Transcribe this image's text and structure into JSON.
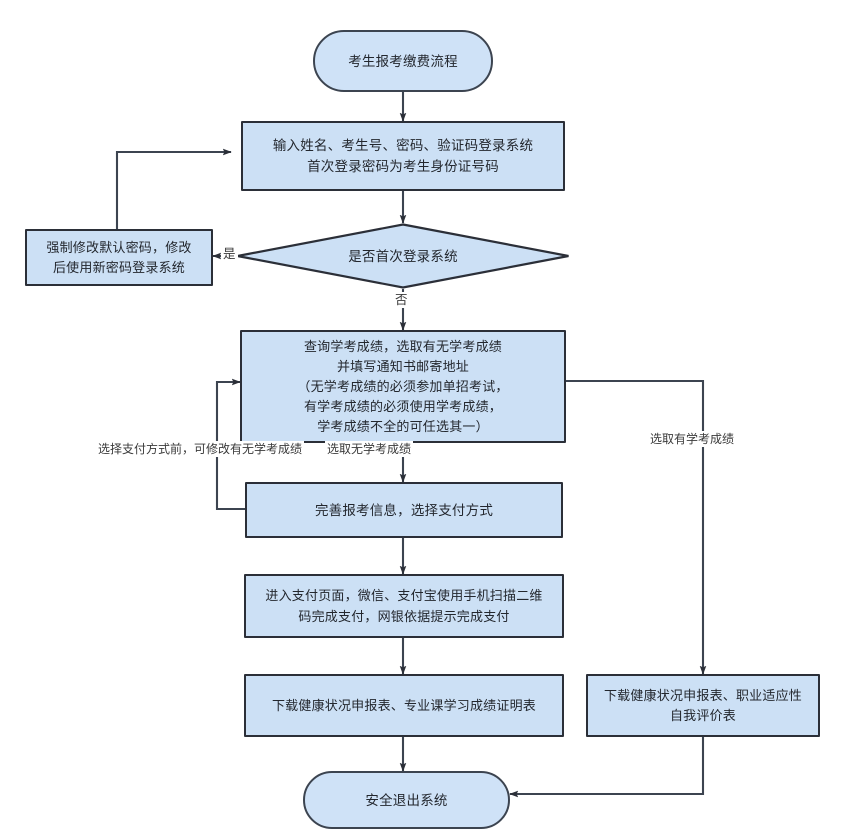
{
  "diagram": {
    "title": "考生报考缴费流程",
    "colors": {
      "node_fill": "#cce0f5",
      "node_border": "#2b2f38",
      "edge_stroke": "#3c4450",
      "text": "#23272e",
      "label_text": "#3a3a3a"
    },
    "nodes": [
      {
        "id": "start",
        "shape": "terminator",
        "text": "考生报考缴费流程"
      },
      {
        "id": "login",
        "shape": "process",
        "text": "输入姓名、考生号、密码、验证码登录系统\n首次登录密码为考生身份证号码"
      },
      {
        "id": "first-login-decision",
        "shape": "decision",
        "text": "是否首次登录系统"
      },
      {
        "id": "change-password",
        "shape": "process",
        "text": "强制修改默认密码，修改\n后使用新密码登录系统"
      },
      {
        "id": "query-scores",
        "shape": "process",
        "text": "查询学考成绩，选取有无学考成绩\n并填写通知书邮寄地址\n（无学考成绩的必须参加单招考试，\n有学考成绩的必须使用学考成绩，\n学考成绩不全的可任选其一）"
      },
      {
        "id": "complete-info",
        "shape": "process",
        "text": "完善报考信息，选择支付方式"
      },
      {
        "id": "payment",
        "shape": "process",
        "text": "进入支付页面，微信、支付宝使用手机扫描二维\n码完成支付，网银依据提示完成支付"
      },
      {
        "id": "download-left",
        "shape": "process",
        "text": "下载健康状况申报表、专业课学习成绩证明表"
      },
      {
        "id": "download-right",
        "shape": "process",
        "text": "下载健康状况申报表、职业适应性\n自我评价表"
      },
      {
        "id": "exit",
        "shape": "terminator",
        "text": "安全退出系统"
      }
    ],
    "edge_labels": {
      "yes": "是",
      "no": "否",
      "modify_before_pay": "选择支付方式前，可修改有无学考成绩",
      "no_scores": "选取无学考成绩",
      "has_scores": "选取有学考成绩"
    }
  }
}
